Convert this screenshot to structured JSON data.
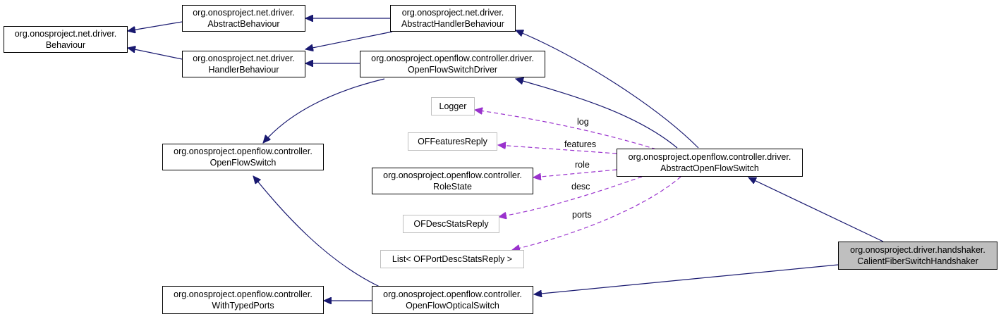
{
  "colors": {
    "inherit_edge": "#191970",
    "usage_edge": "#9a32cd",
    "node_border": "#000000",
    "external_border": "#bfbfbf",
    "focus_fill": "#bfbfbf"
  },
  "nodes": {
    "behaviour": {
      "line1": "org.onosproject.net.driver.",
      "line2": "Behaviour"
    },
    "abstract_behaviour": {
      "line1": "org.onosproject.net.driver.",
      "line2": "AbstractBehaviour"
    },
    "handler_behaviour": {
      "line1": "org.onosproject.net.driver.",
      "line2": "HandlerBehaviour"
    },
    "abstract_handler_behaviour": {
      "line1": "org.onosproject.net.driver.",
      "line2": "AbstractHandlerBehaviour"
    },
    "openflow_switch_driver": {
      "line1": "org.onosproject.openflow.controller.driver.",
      "line2": "OpenFlowSwitchDriver"
    },
    "logger": {
      "line1": "Logger"
    },
    "of_features_reply": {
      "line1": "OFFeaturesReply"
    },
    "openflow_switch": {
      "line1": "org.onosproject.openflow.controller.",
      "line2": "OpenFlowSwitch"
    },
    "role_state": {
      "line1": "org.onosproject.openflow.controller.",
      "line2": "RoleState"
    },
    "abstract_openflow_switch": {
      "line1": "org.onosproject.openflow.controller.driver.",
      "line2": "AbstractOpenFlowSwitch"
    },
    "of_desc_stats_reply": {
      "line1": "OFDescStatsReply"
    },
    "list_port_desc": {
      "line1": "List< OFPortDescStatsReply >"
    },
    "calient_handshaker": {
      "line1": "org.onosproject.driver.handshaker.",
      "line2": "CalientFiberSwitchHandshaker"
    },
    "with_typed_ports": {
      "line1": "org.onosproject.openflow.controller.",
      "line2": "WithTypedPorts"
    },
    "openflow_optical_switch": {
      "line1": "org.onosproject.openflow.controller.",
      "line2": "OpenFlowOpticalSwitch"
    }
  },
  "edge_labels": {
    "log": "log",
    "features": "features",
    "role": "role",
    "desc": "desc",
    "ports": "ports"
  }
}
